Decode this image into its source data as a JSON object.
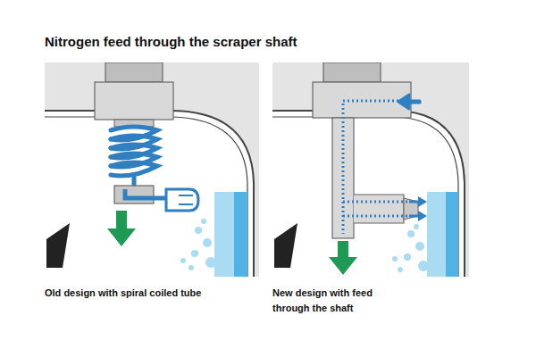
{
  "diagram": {
    "title": "Nitrogen feed through the scraper shaft",
    "labels": [
      "Old design with spiral coiled tube",
      "New design with feed through the shaft"
    ]
  }
}
